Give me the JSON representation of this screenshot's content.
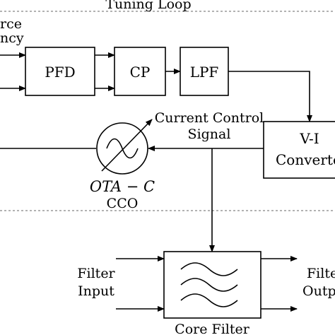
{
  "diagram": {
    "tuning_loop_label": "Tuning Loop",
    "reference_label_line1": "rce",
    "reference_label_line2": "ncy",
    "pfd_label": "PFD",
    "cp_label": "CP",
    "lpf_label": "LPF",
    "vi_label_line1": "V-I",
    "vi_label_line2": "Converte",
    "current_control_line1": "Current Control",
    "current_control_line2": "Signal",
    "ota_label": "OTA − C",
    "cco_label": "CCO",
    "filter_input_line1": "Filter",
    "filter_input_line2": "Input",
    "filter_output_line1": "Filte",
    "filter_output_line2": "Outp",
    "core_filter_label": "Core Filter"
  }
}
